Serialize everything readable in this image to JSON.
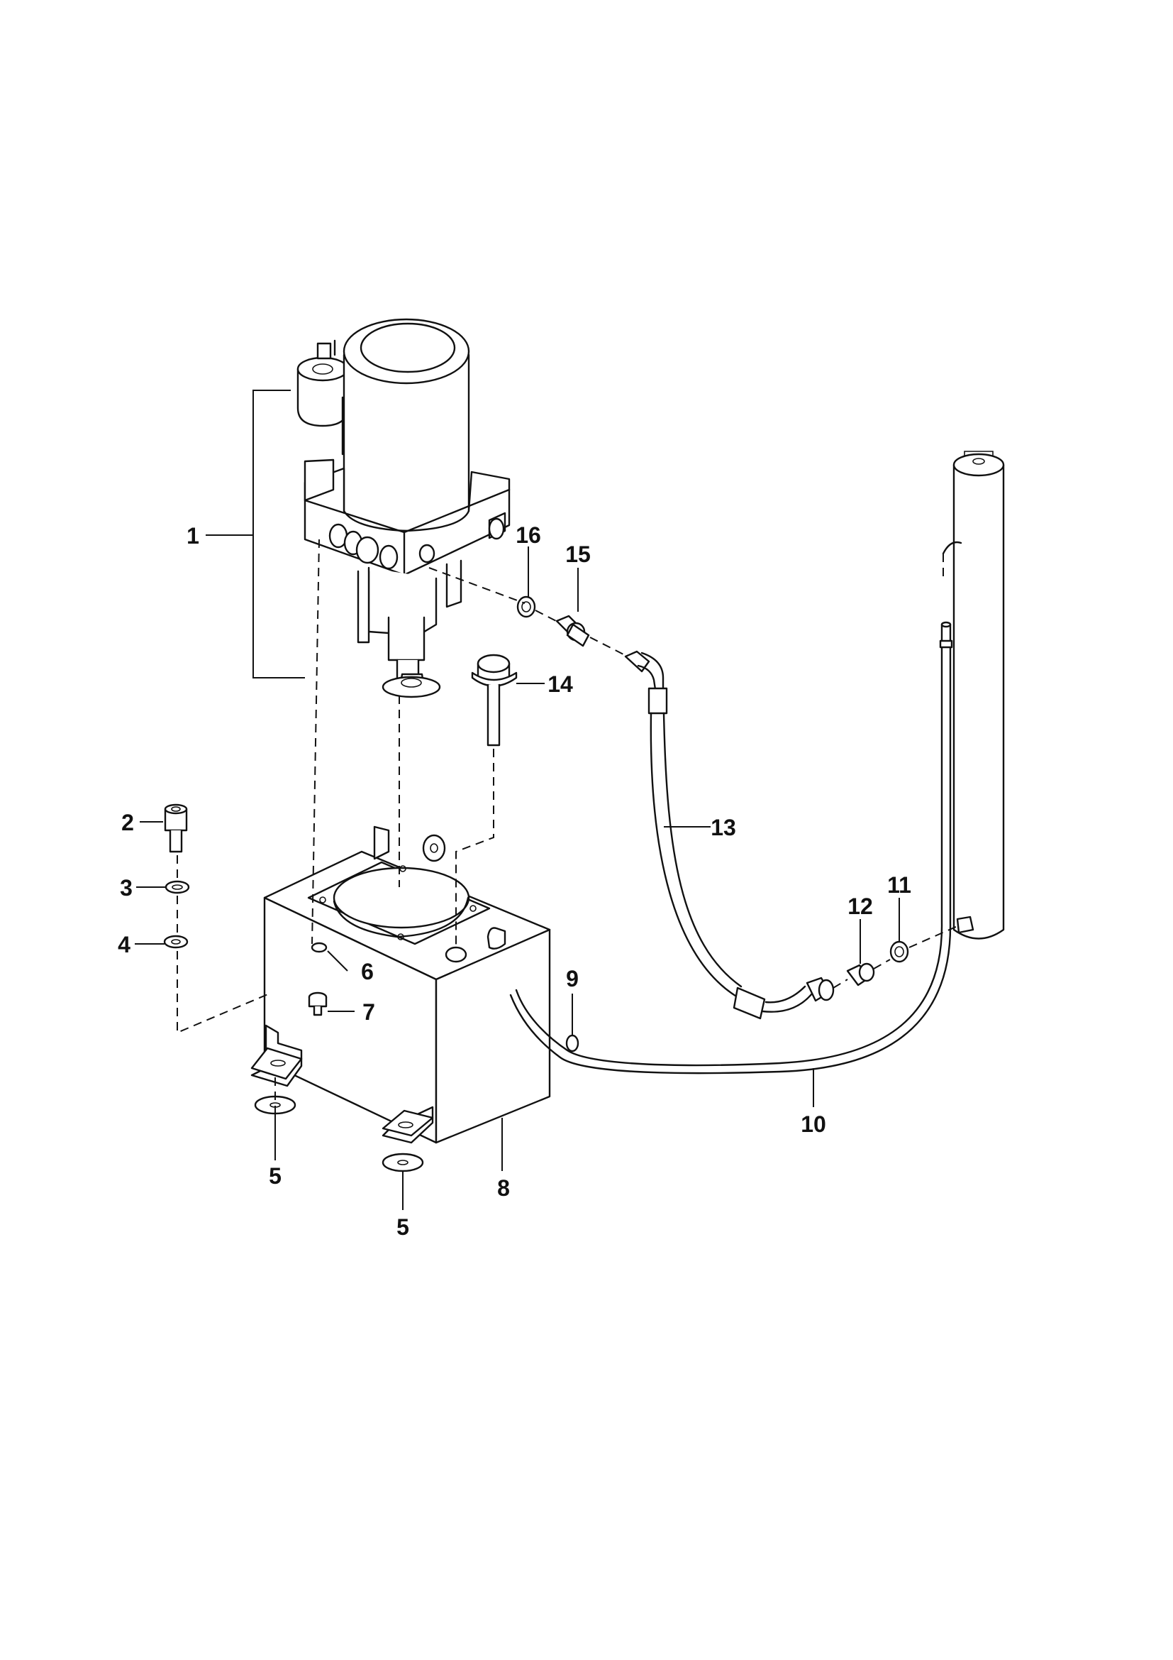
{
  "callouts": {
    "c1": "1",
    "c2": "2",
    "c3": "3",
    "c4": "4",
    "c5a": "5",
    "c5b": "5",
    "c6": "6",
    "c7": "7",
    "c8": "8",
    "c9": "9",
    "c10": "10",
    "c11": "11",
    "c12": "12",
    "c13": "13",
    "c14": "14",
    "c15": "15",
    "c16": "16"
  }
}
